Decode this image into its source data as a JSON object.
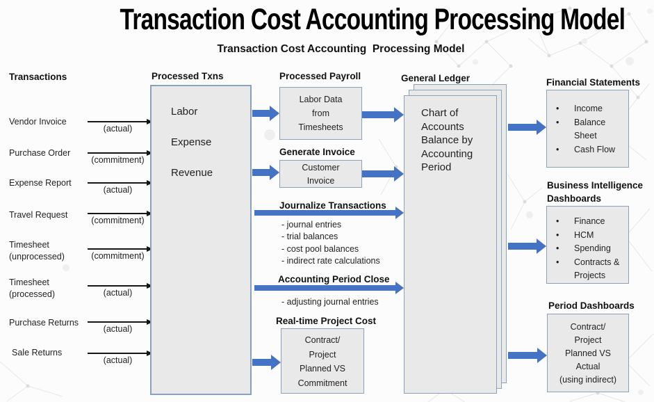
{
  "page": {
    "title": "Transaction Cost Accounting Processing Model",
    "subtitle": "Transaction Cost Accounting  Processing Model"
  },
  "colors": {
    "arrow_blue": "#4472c4",
    "box_fill": "#e9e9e9",
    "box_border": "#8ba0bd",
    "ink": "#1f1f1f"
  },
  "transactions": {
    "header": "Transactions",
    "items": [
      {
        "label": "Vendor Invoice",
        "type": "(actual)"
      },
      {
        "label": "Purchase Order",
        "type": "(commitment)"
      },
      {
        "label": "Expense Report",
        "type": "(actual)"
      },
      {
        "label": "Travel Request",
        "type": "(commitment)"
      },
      {
        "label": "Timesheet\n(unprocessed)",
        "type": "(commitment)"
      },
      {
        "label": "Timesheet\n(processed)",
        "type": "(actual)"
      },
      {
        "label": "Purchase Returns",
        "type": "(actual)"
      },
      {
        "label": "Sale Returns",
        "type": "(actual)"
      }
    ]
  },
  "processed_txns": {
    "header": "Processed Txns",
    "categories": [
      "Labor",
      "Expense",
      "Revenue"
    ]
  },
  "processed_payroll": {
    "header": "Processed Payroll",
    "box": "Labor Data\nfrom\nTimesheets"
  },
  "generate_invoice": {
    "header": "Generate Invoice",
    "box": "Customer\nInvoice"
  },
  "journalize": {
    "header": "Journalize Transactions",
    "items": [
      "- journal entries",
      "- trial balances",
      "- cost pool balances",
      "- indirect rate calculations"
    ]
  },
  "period_close": {
    "header": "Accounting Period Close",
    "items": [
      "- adjusting journal entries"
    ]
  },
  "realtime_project_cost": {
    "header": "Real-time Project Cost",
    "box": "Contract/\nProject\nPlanned VS\nCommitment"
  },
  "general_ledger": {
    "header": "General Ledger",
    "box": "Chart of\nAccounts\nBalance by\nAccounting\nPeriod"
  },
  "financial_statements": {
    "header": "Financial Statements",
    "bullets": [
      "Income",
      "Balance Sheet",
      "Cash Flow"
    ]
  },
  "bi_dashboards": {
    "header": "Business Intelligence\nDashboards",
    "bullets": [
      "Finance",
      "HCM",
      "Spending",
      "Contracts & Projects"
    ]
  },
  "period_dashboards": {
    "header": "Period Dashboards",
    "box": "Contract/\nProject\nPlanned VS\nActual\n(using indirect)"
  }
}
